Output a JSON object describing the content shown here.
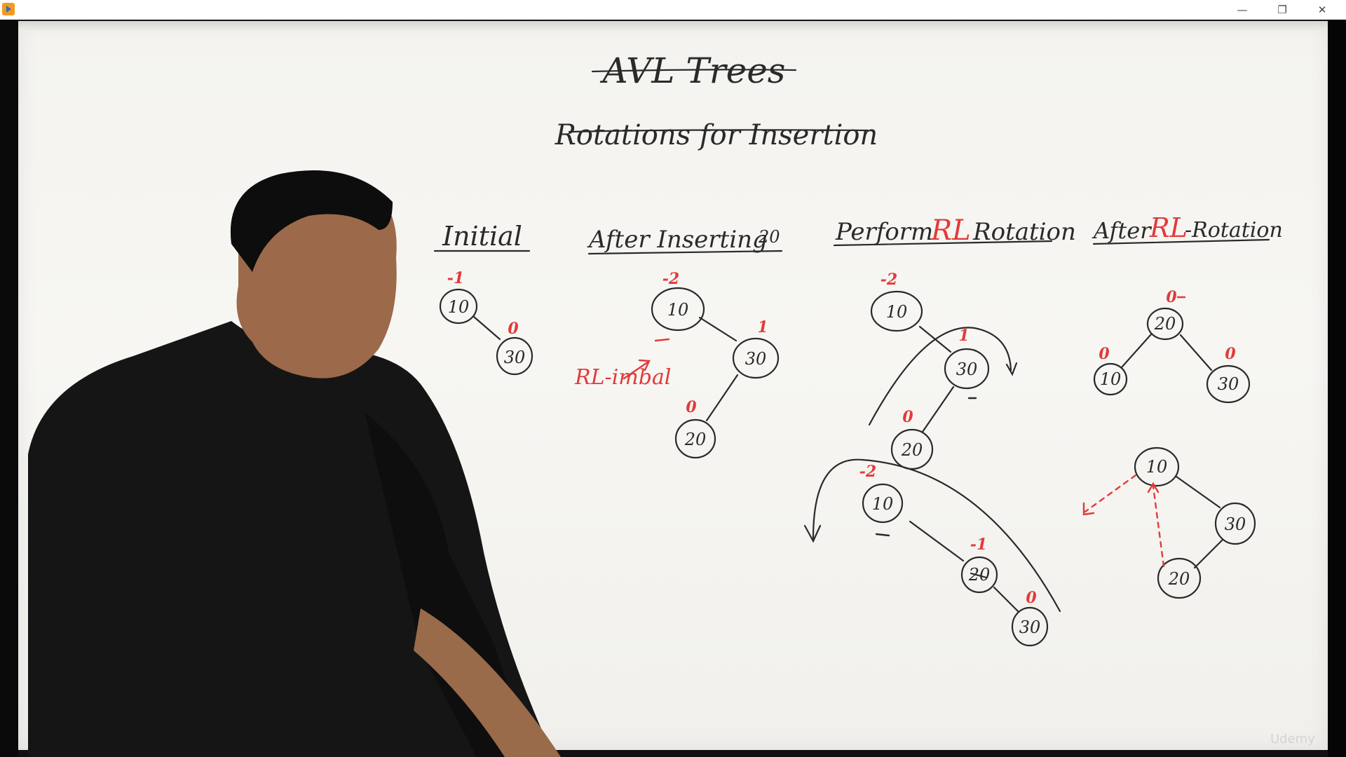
{
  "window": {
    "minimize_icon": "minimize-icon",
    "maximize_icon": "restore-icon",
    "close_icon": "close-icon",
    "min_glyph": "—",
    "max_glyph": "❐",
    "close_glyph": "✕"
  },
  "board": {
    "title": "AVL Trees",
    "subtitle": "Rotations for Insertion",
    "headings": {
      "initial": "Initial",
      "after_insert_prefix": "After Inserting",
      "after_insert_value": "20",
      "perform_prefix": "Perform",
      "perform_rl": "RL",
      "perform_suffix": "Rotation",
      "after_rl_prefix": "After",
      "after_rl_rl": "RL",
      "after_rl_suffix": "-Rotation"
    },
    "annotation": "RL-imbal",
    "nodes": {
      "initial_10": "10",
      "initial_30": "30",
      "insert_10": "10",
      "insert_30": "30",
      "insert_20": "20",
      "perform_10": "10",
      "perform_30": "30",
      "perform_20": "20",
      "lower_10": "10",
      "lower_20": "20",
      "lower_30": "30",
      "after_20": "20",
      "after_10": "10",
      "after_30": "30",
      "right_10": "10",
      "right_30": "30",
      "right_20": "20"
    },
    "balance": {
      "initial_10": "-1",
      "initial_30": "0",
      "insert_10": "-2",
      "insert_30": "1",
      "insert_20": "0",
      "perform_10": "-2",
      "perform_30": "1",
      "perform_20": "0",
      "lower_10": "-2",
      "lower_20": "-1",
      "lower_30": "0",
      "after_20": "0",
      "after_10": "0",
      "after_30": "0"
    },
    "colors": {
      "ink": "#2a2a2a",
      "red": "#e23a3a"
    }
  },
  "watermark": "Udemy"
}
